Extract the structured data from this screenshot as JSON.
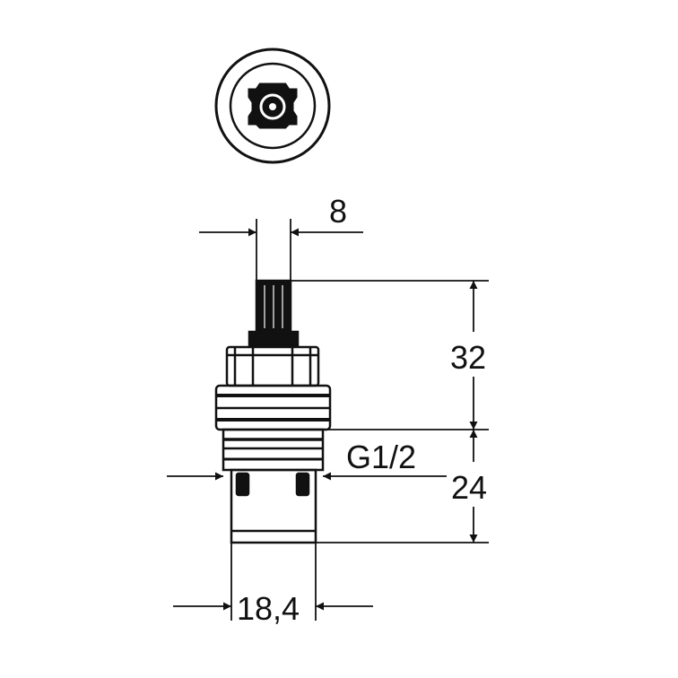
{
  "diagram": {
    "dimensions": {
      "spindle_width": "8",
      "upper_height": "32",
      "lower_height": "24",
      "thread": "G1/2",
      "base_width": "18,4"
    },
    "colors": {
      "line": "#111111",
      "background": "#ffffff"
    }
  }
}
